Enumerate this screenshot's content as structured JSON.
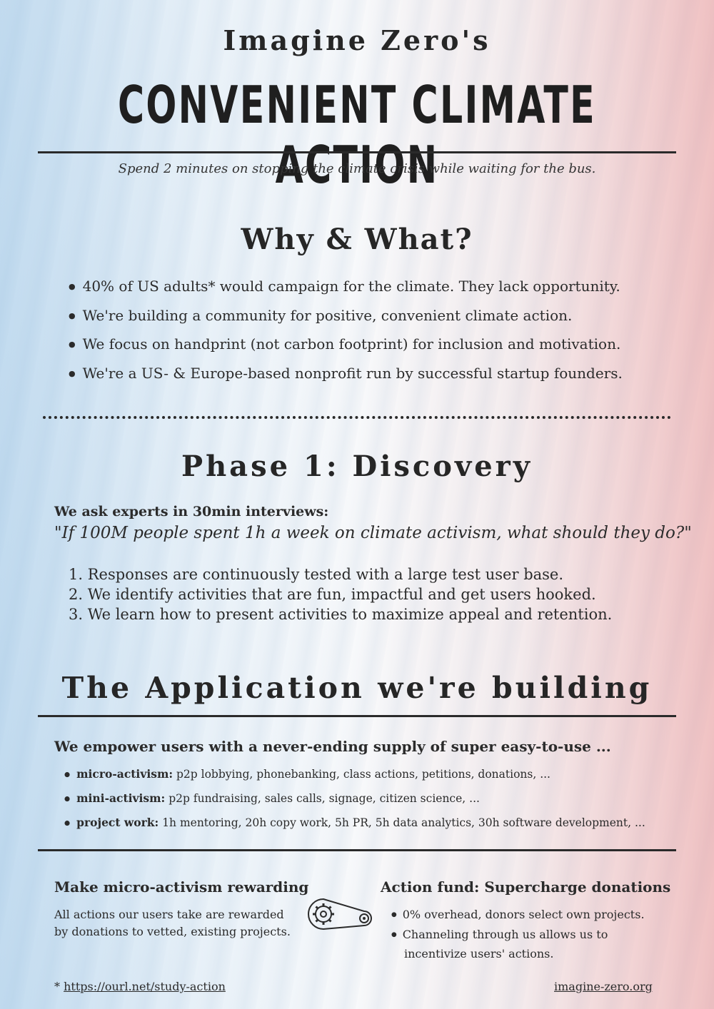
{
  "header": {
    "supertitle": "Imagine Zero's",
    "title": "CONVENIENT CLIMATE ACTION",
    "tagline": "Spend 2 minutes on stopping the climate crisis while waiting for the bus."
  },
  "why": {
    "heading": "Why & What?",
    "items": [
      "40% of US adults* would campaign for the climate. They lack opportunity.",
      "We're building a community for positive, convenient climate action.",
      "We focus on handprint (not carbon footprint) for inclusion and motivation.",
      "We're a US- & Europe-based nonprofit run by successful startup founders."
    ]
  },
  "phase1": {
    "heading": "Phase 1: Discovery",
    "ask_head": "We ask experts in 30min interviews:",
    "ask_quote": "\"If 100M people spent 1h a week on climate activism, what should they do?\"",
    "steps": [
      {
        "num": "1.",
        "text": "Responses are continuously tested with a large test user base."
      },
      {
        "num": "2.",
        "text": "We identify activities that are fun, impactful and get users hooked."
      },
      {
        "num": "3.",
        "text": "We learn how to present activities to maximize appeal and retention."
      }
    ]
  },
  "app": {
    "heading": "The Application we're building",
    "empower": "We empower users with a never-ending supply of super easy-to-use ...",
    "activities": [
      {
        "label": "micro-activism:",
        "text": "p2p lobbying, phonebanking, class actions, petitions, donations, ..."
      },
      {
        "label": "mini-activism:",
        "text": "p2p fundraising, sales calls, signage, citizen science, ..."
      },
      {
        "label": "project work:",
        "text": "1h mentoring, 20h copy work, 5h PR, 5h data analytics, 30h software development, ..."
      }
    ]
  },
  "left_col": {
    "heading": "Make micro-activism rewarding",
    "text": "All actions our users take are rewarded by donations to vetted, existing projects."
  },
  "right_col": {
    "heading": "Action fund: Supercharge donations",
    "items": [
      "0% overhead, donors select own projects.",
      "Channeling through us allows us to incentivize users' actions."
    ]
  },
  "footer": {
    "footnote_prefix": "* ",
    "footnote_link": "https://ourl.net/study-action",
    "site_link": "imagine-zero.org"
  },
  "icons": {
    "center_icon": "gear-chain-icon"
  }
}
